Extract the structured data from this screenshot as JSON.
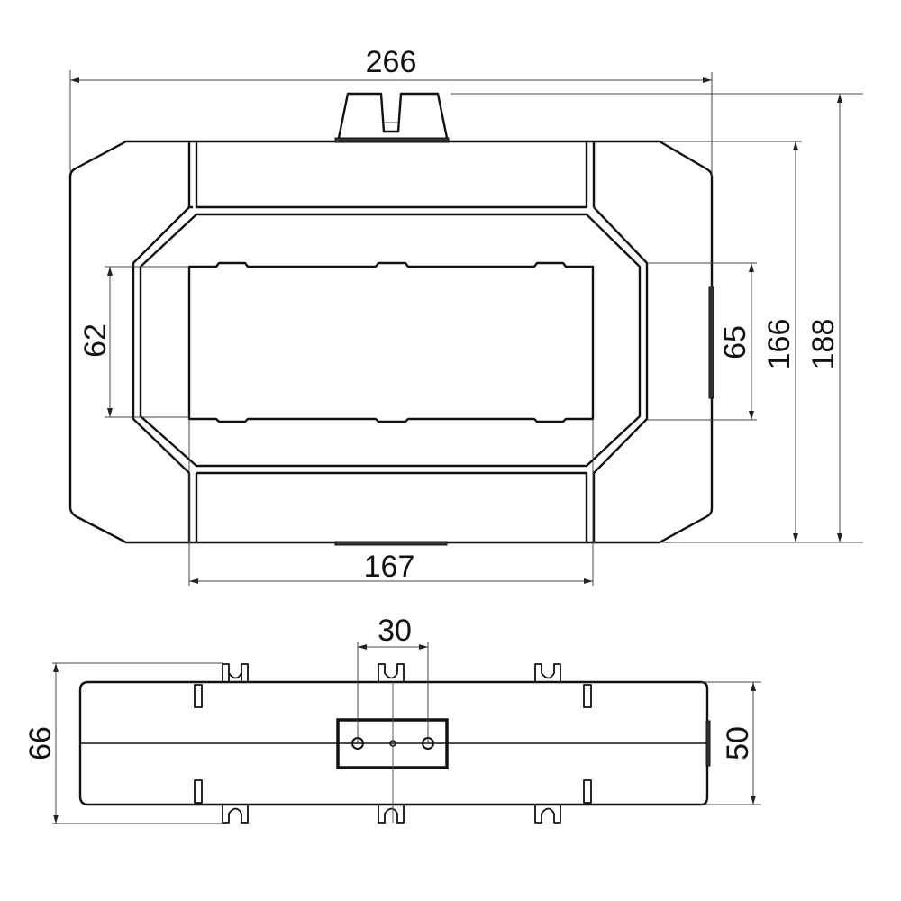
{
  "drawing": {
    "type": "technical-dimension-drawing",
    "views": [
      {
        "name": "front-view"
      },
      {
        "name": "bottom-view"
      }
    ],
    "dimensions": {
      "overall_width": "266",
      "overall_height": "188",
      "body_height": "166",
      "window_height_right": "65",
      "window_height_left": "62",
      "window_width": "167",
      "depth_overall": "66",
      "depth_body": "50",
      "terminal_spacing": "30"
    },
    "units": "mm",
    "colors": {
      "line": "#111111",
      "dimension_line": "#444444",
      "background": "#ffffff"
    }
  }
}
